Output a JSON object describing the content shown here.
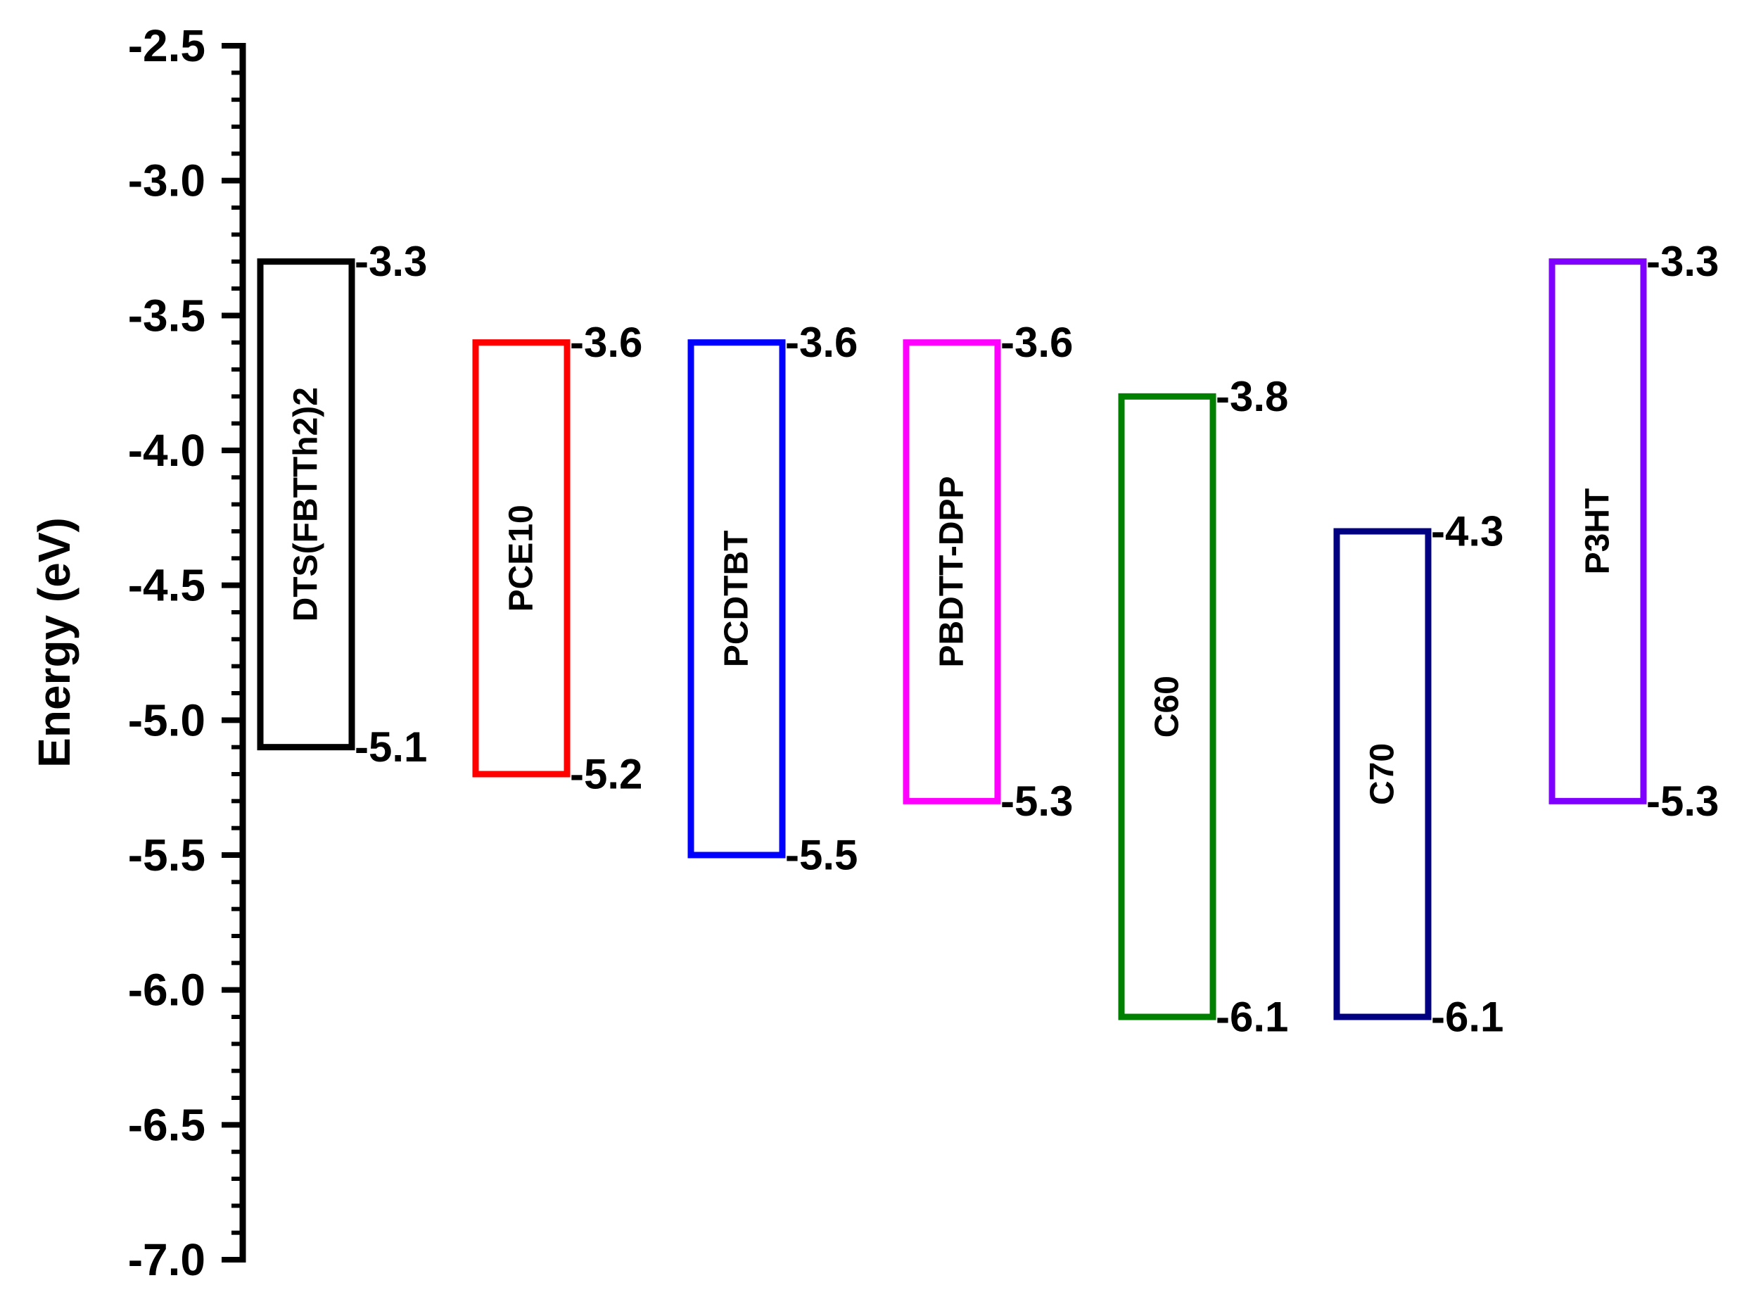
{
  "chart_data": {
    "type": "bar",
    "ylabel": "Energy (eV)",
    "ylim": [
      -7.0,
      -2.5
    ],
    "yticks": [
      "-2.5",
      "-3.0",
      "-3.5",
      "-4.0",
      "-4.5",
      "-5.0",
      "-5.5",
      "-6.0",
      "-6.5",
      "-7.0"
    ],
    "grid": false,
    "materials": [
      {
        "name": "DTS(FBTTh2)2",
        "lumo": -3.3,
        "homo": -5.1,
        "lumo_label": "-3.3",
        "homo_label": "-5.1",
        "color": "#000000"
      },
      {
        "name": "PCE10",
        "lumo": -3.6,
        "homo": -5.2,
        "lumo_label": "-3.6",
        "homo_label": "-5.2",
        "color": "#ff0000"
      },
      {
        "name": "PCDTBT",
        "lumo": -3.6,
        "homo": -5.5,
        "lumo_label": "-3.6",
        "homo_label": "-5.5",
        "color": "#0000ff"
      },
      {
        "name": "PBDTT-DPP",
        "lumo": -3.6,
        "homo": -5.3,
        "lumo_label": "-3.6",
        "homo_label": "-5.3",
        "color": "#ff00ff"
      },
      {
        "name": "C60",
        "lumo": -3.8,
        "homo": -6.1,
        "lumo_label": "-3.8",
        "homo_label": "-6.1",
        "color": "#008000"
      },
      {
        "name": "C70",
        "lumo": -4.3,
        "homo": -6.1,
        "lumo_label": "-4.3",
        "homo_label": "-6.1",
        "color": "#000080"
      },
      {
        "name": "P3HT",
        "lumo": -3.3,
        "homo": -5.3,
        "lumo_label": "-3.3",
        "homo_label": "-5.3",
        "color": "#8000ff"
      }
    ]
  }
}
